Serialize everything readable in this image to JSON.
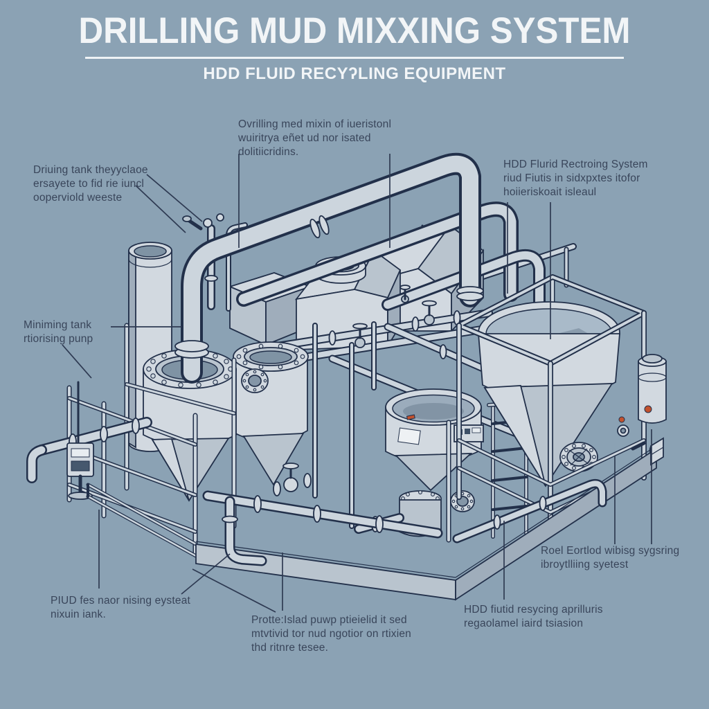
{
  "header": {
    "title": "DRILLING MUD MIXXING SYSTEM",
    "subtitle": "HDD FLUID RECYʔLING EQUIPMENT"
  },
  "callouts": {
    "top_center": {
      "lines": [
        "Ovrilling med mixin of iueristonl",
        "wuiritrya eñet ud nor isated",
        "dolitiicridins."
      ]
    },
    "left_upper": {
      "lines": [
        "Driuing tank theyyclaoe",
        "ersayete to fid rie iuncl",
        "ooperviold weeste"
      ]
    },
    "left_mid": {
      "lines": [
        "Miniming tank",
        "rtiorising punp"
      ]
    },
    "right_upper": {
      "lines": [
        "HDD Flurid Rectroing System",
        "riud Fiutis in sidxpxtes itofor",
        "hoiieriskoait isleaul"
      ]
    },
    "bottom_left": {
      "lines": [
        "PIUD fes naor nising eysteat",
        "nixuin iank."
      ]
    },
    "bottom_center": {
      "lines": [
        "Protte:Islad puwp ptieielid it sed",
        "mtvtivid tor nud ngotior on rtixien",
        "thd ritnre tesee."
      ]
    },
    "bottom_right": {
      "lines": [
        "HDD fiutid resycing aprilluris",
        "regaolamel iaird tsiasion"
      ]
    },
    "right_mid": {
      "lines": [
        "Roel Eortlod wibisg sygsring",
        "ibroytlliing syetest"
      ]
    }
  },
  "colors": {
    "background": "#8ba2b4",
    "ink_outline": "#22304a",
    "machinery_light": "#d2d9e0",
    "machinery_shadow": "#8b9cab",
    "label_text": "#39455a",
    "title_text": "#f2f5f7",
    "accent_red": "#c2512d"
  }
}
